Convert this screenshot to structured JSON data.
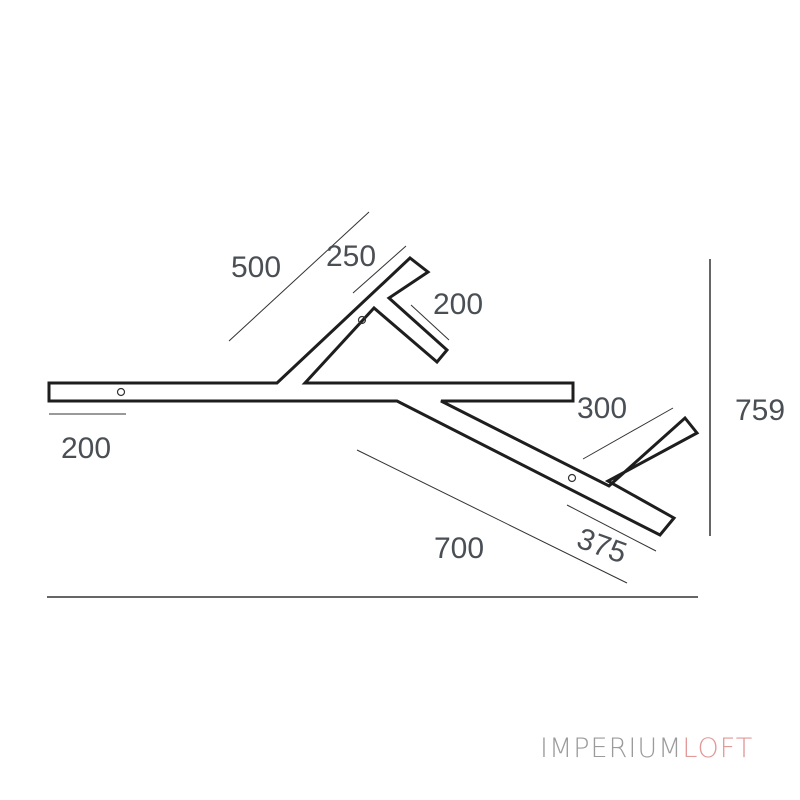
{
  "diagram": {
    "type": "technical-dimension-drawing",
    "subject": "branch-shaped wall shelf / lamp outline",
    "stroke_color": "#1e1e1e",
    "dimension_line_color": "#333333",
    "label_color": "#4a4f55",
    "dimensions": {
      "left_offset": "200",
      "upper_arm_length": "500",
      "upper_arm_segment": "250",
      "upper_branch": "200",
      "right_arm_overhang": "300",
      "lower_arm_length": "700",
      "lower_arm_segment": "375",
      "total_height": "759"
    }
  },
  "brand": {
    "part1": "IMPERIUM",
    "part2": "LOFT",
    "color1": "#9b9b9b",
    "color2": "#e19a98"
  }
}
